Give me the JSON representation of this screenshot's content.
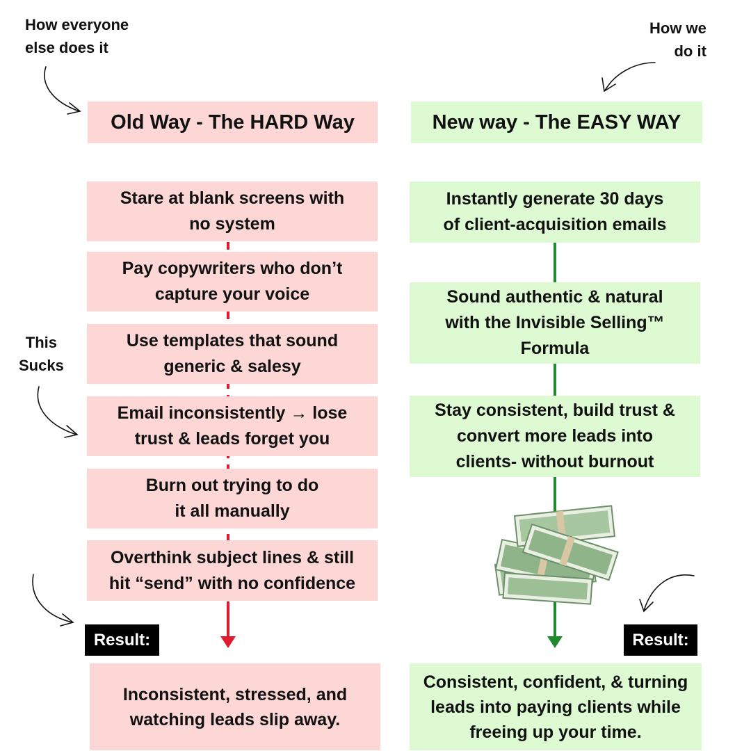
{
  "annotations": {
    "left_top": "How everyone\nelse does it",
    "right_top": "How we\ndo it",
    "left_middle": "This\nSucks"
  },
  "old_way": {
    "header": "Old Way - The HARD Way",
    "steps": [
      "Stare at blank screens with\nno system",
      "Pay copywriters who don’t\ncapture your voice",
      "Use templates that sound\ngeneric & salesy",
      "Email inconsistently → lose\ntrust & leads forget you",
      "Burn out trying to do\nit all manually",
      "Overthink subject lines & still\nhit “send” with no confidence"
    ],
    "result_label": "Result:",
    "result": "Inconsistent, stressed, and\nwatching leads slip away."
  },
  "new_way": {
    "header": "New way - The EASY WAY",
    "steps": [
      "Instantly generate 30 days\nof client-acquisition emails",
      "Sound authentic & natural\nwith the Invisible Selling™\nFormula",
      "Stay consistent, build trust &\nconvert more leads into\nclients- without burnout"
    ],
    "result_label": "Result:",
    "result": "Consistent, confident, & turning\nleads into paying clients while\nfreeing up your time."
  },
  "colors": {
    "old_fill": "#fdd7d6",
    "new_fill": "#ddfad3",
    "old_arrow": "#e01b2f",
    "new_arrow": "#1f8a2e",
    "money_green": "#8fb489"
  },
  "icons": [
    "curved-arrow-icon",
    "money-stack-icon"
  ]
}
